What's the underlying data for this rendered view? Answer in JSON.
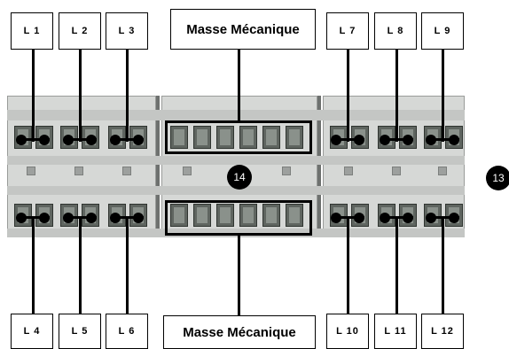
{
  "top_labels": {
    "l1": "L 1",
    "l2": "L 2",
    "l3": "L 3",
    "masse": "Masse Mécanique",
    "l7": "L 7",
    "l8": "L 8",
    "l9": "L 9"
  },
  "bottom_labels": {
    "l4": "L 4",
    "l5": "L 5",
    "l6": "L 6",
    "masse": "Masse Mécanique",
    "l10": "L 10",
    "l11": "L 11",
    "l12": "L 12"
  },
  "badges": {
    "center": "14",
    "right": "13"
  },
  "colors": {
    "block": "#d6d8d6",
    "terminal": "#5f6560",
    "wire": "#000000"
  }
}
